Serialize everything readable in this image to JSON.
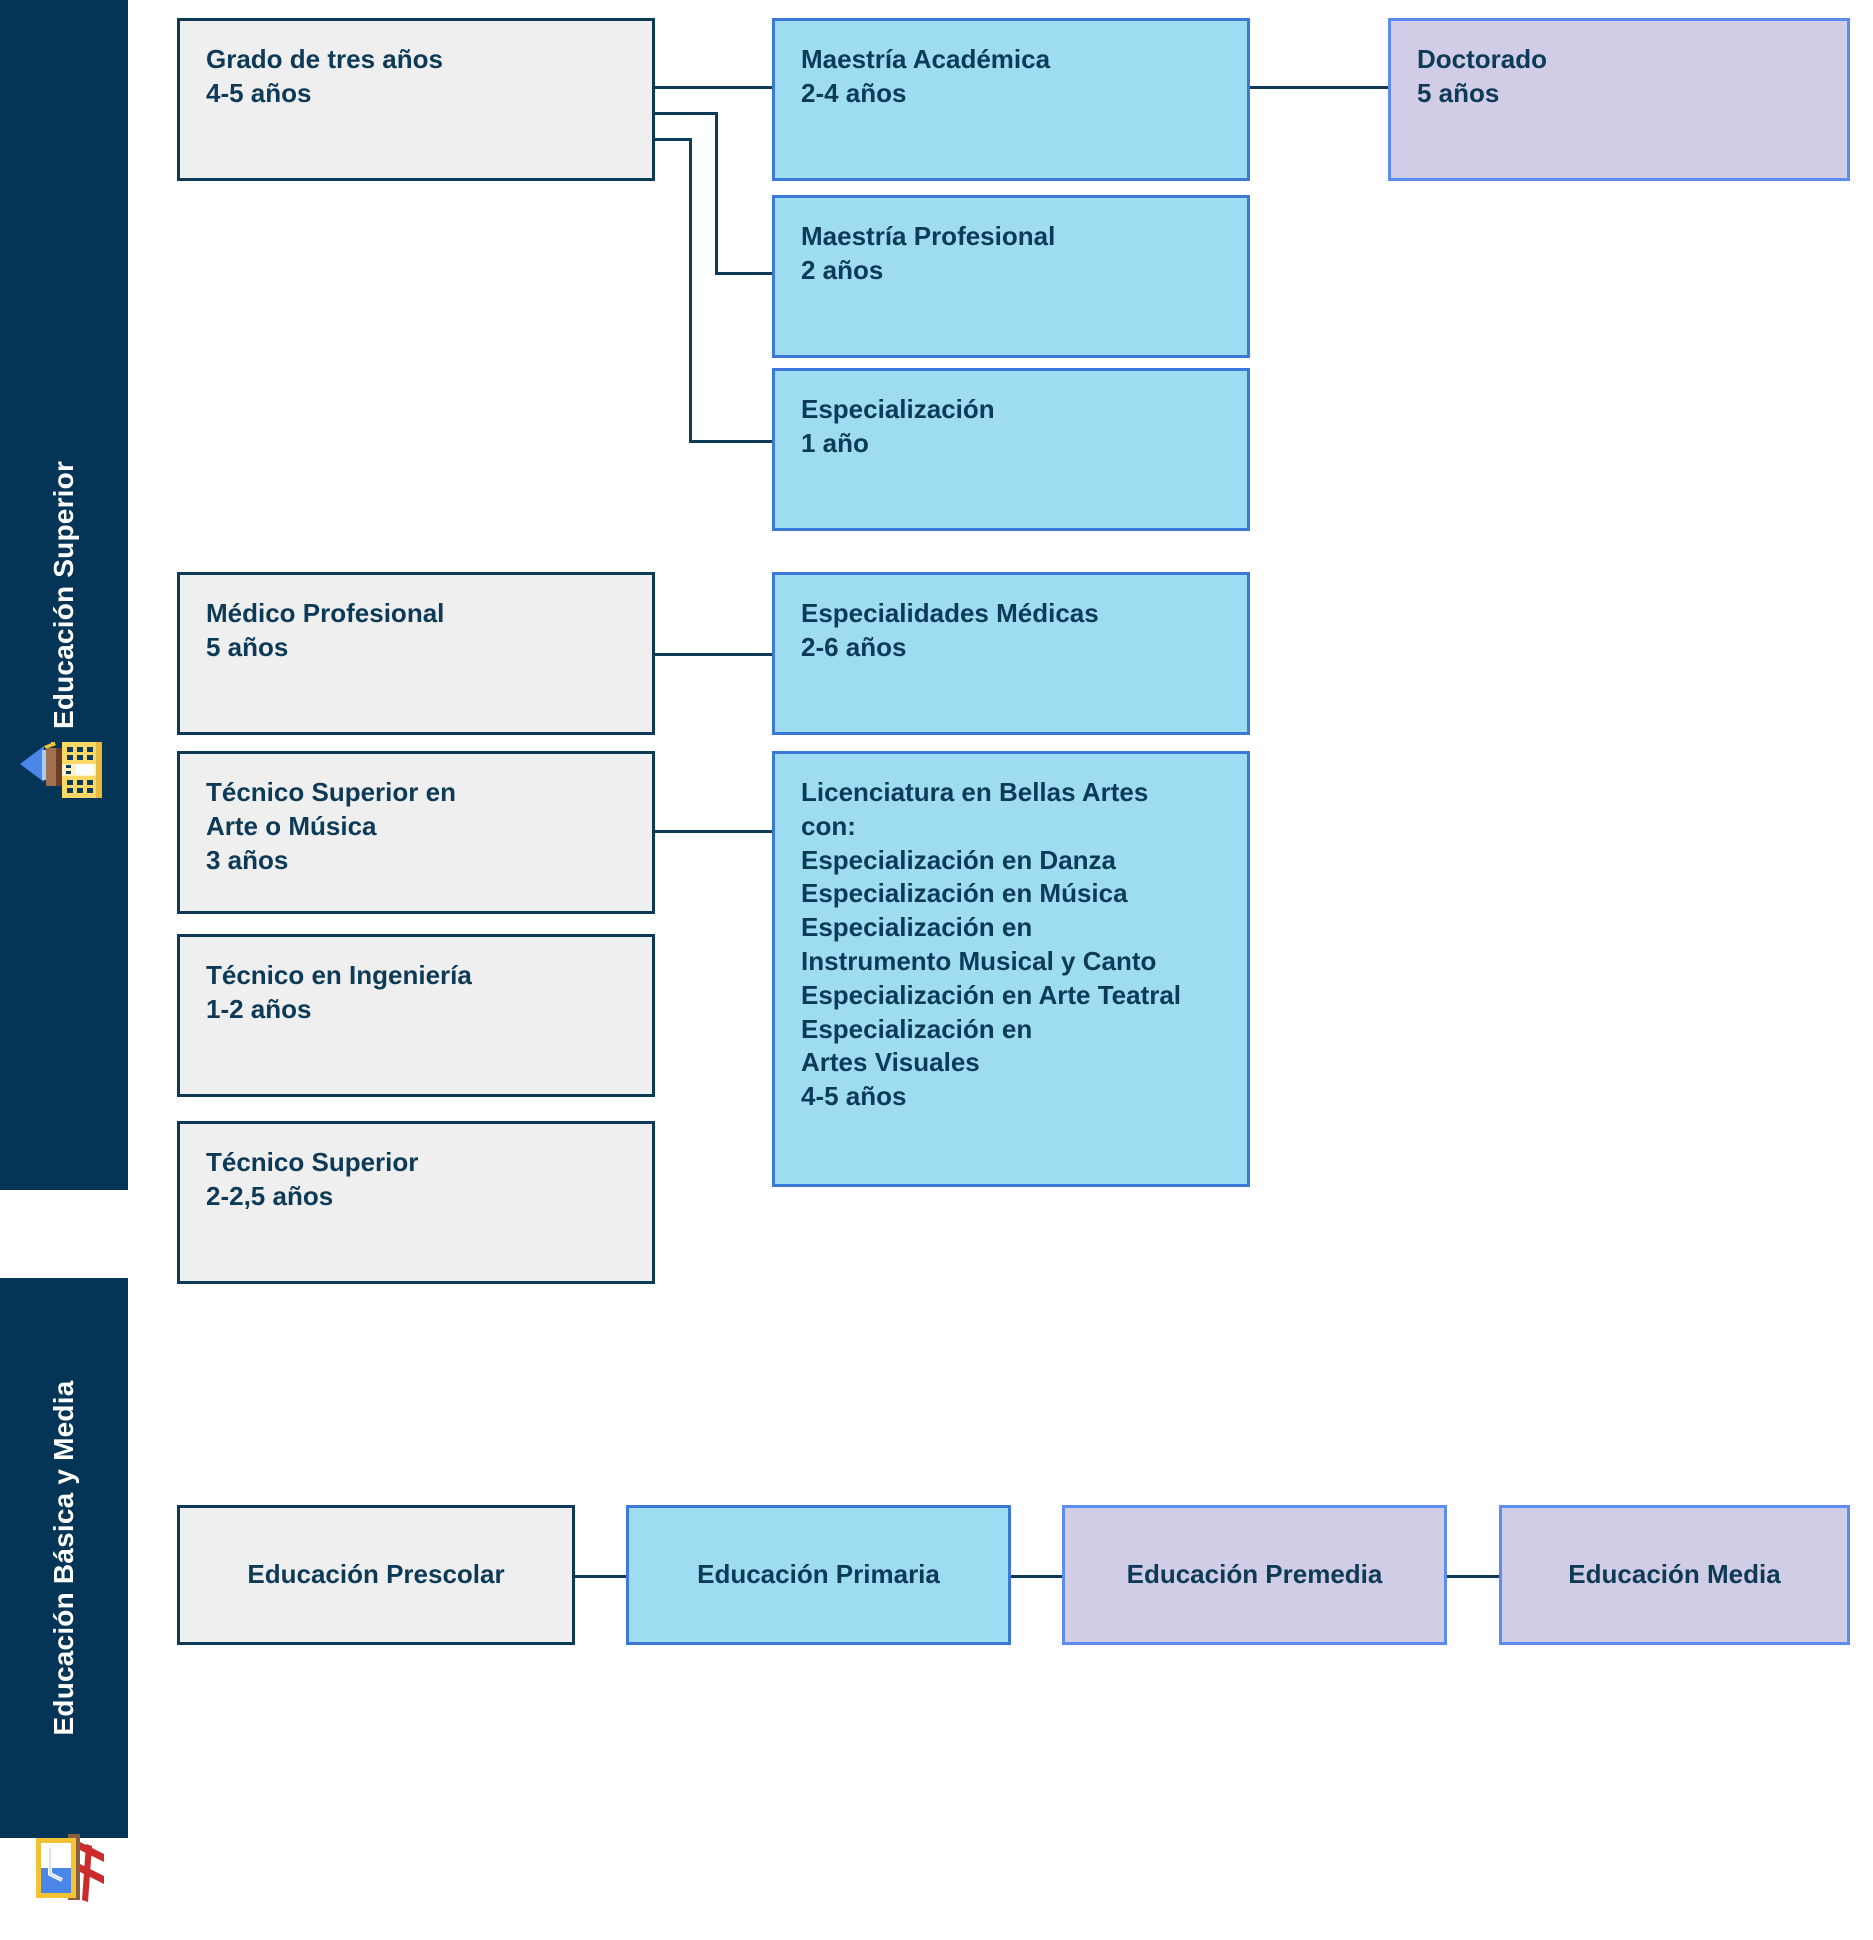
{
  "sidebar": {
    "bands": [
      {
        "label": "Educación Superior",
        "icon": "university-icon"
      },
      {
        "label": "Educación Básica y Media",
        "icon": "school-blackboard-icon"
      }
    ]
  },
  "colors": {
    "band_background": "#043456",
    "gray_fill": "#efefef",
    "gray_border": "#0d3a57",
    "blue_fill": "#9edcf2",
    "blue_border": "#3b78d8",
    "lavender_fill": "#d2cde6",
    "lavender_border": "#5b8df0",
    "text": "#0d3a57",
    "connector": "#0d3a57"
  },
  "higher_education": {
    "degree_track": {
      "source": {
        "title": "Grado de tres años",
        "duration": "4-5 años",
        "fill": "gray"
      },
      "targets": [
        {
          "title": "Maestría Académica",
          "duration": "2-4 años",
          "fill": "blue"
        },
        {
          "title": "Maestría Profesional",
          "duration": "2 años",
          "fill": "blue"
        },
        {
          "title": "Especialización",
          "duration": "1 año",
          "fill": "blue"
        }
      ],
      "terminal": {
        "title": "Doctorado",
        "duration": "5 años",
        "fill": "lavender"
      }
    },
    "medical_track": {
      "source": {
        "title": "Médico Profesional",
        "duration": "5 años",
        "fill": "gray"
      },
      "target": {
        "title": "Especialidades Médicas",
        "duration": "2-6 años",
        "fill": "blue"
      }
    },
    "arts_track": {
      "source": {
        "title": "Técnico Superior en\nArte o Música",
        "duration": "3 años",
        "fill": "gray"
      },
      "target": {
        "title": "Licenciatura en Bellas Artes\ncon:",
        "specializations": [
          "Especialización en Danza",
          "Especialización en Música",
          "Especialización en\nInstrumento Musical y Canto",
          "Especialización en Arte Teatral",
          "Especialización en\nArtes Visuales"
        ],
        "duration": "4-5 años",
        "fill": "blue"
      }
    },
    "standalone": [
      {
        "title": "Técnico en Ingeniería",
        "duration": "1-2 años",
        "fill": "gray"
      },
      {
        "title": "Técnico Superior",
        "duration": "2-2,5 años",
        "fill": "gray"
      }
    ]
  },
  "basic_education": {
    "stages": [
      {
        "label": "Educación Prescolar",
        "fill": "gray"
      },
      {
        "label": "Educación Primaria",
        "fill": "blue"
      },
      {
        "label": "Educación Premedia",
        "fill": "lavender"
      },
      {
        "label": "Educación Media",
        "fill": "lavender"
      }
    ]
  }
}
